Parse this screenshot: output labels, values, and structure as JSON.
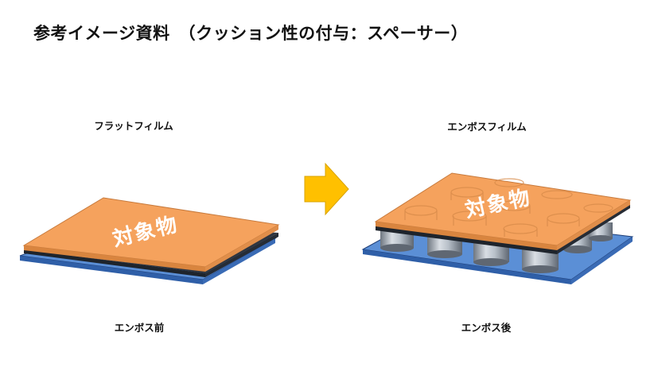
{
  "title": "参考イメージ資料　（クッション性の付与：スペーサー）",
  "labels": {
    "flat_film": "フラットフィルム",
    "emboss_film": "エンボスフィルム",
    "before": "エンボス前",
    "after": "エンボス後"
  },
  "object_text": "対象物",
  "colors": {
    "object": "#F5A25D",
    "film": "#5B8FD6",
    "dark_layer": "#2E3540",
    "arrow": "#FFC000",
    "spacer": "#9AA3AE"
  }
}
